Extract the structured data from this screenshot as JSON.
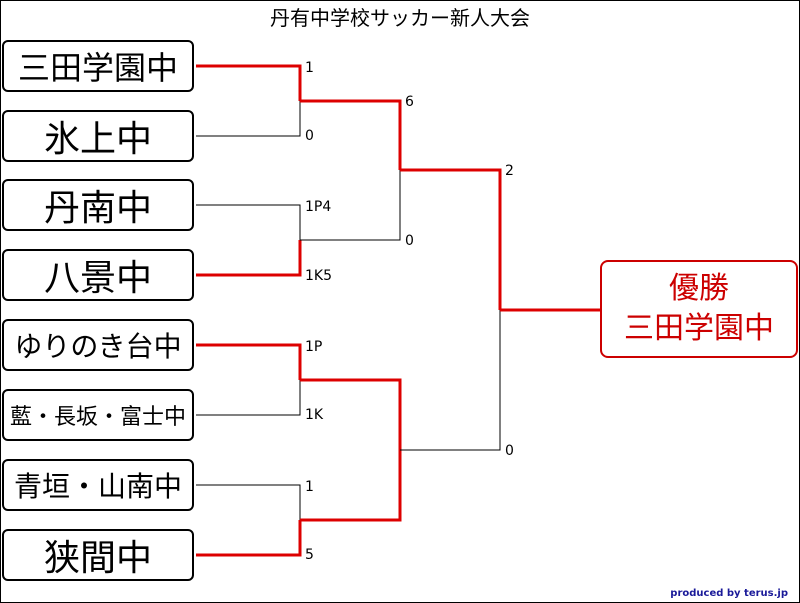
{
  "title": "丹有中学校サッカー新人大会",
  "teams": [
    "三田学園中",
    "氷上中",
    "丹南中",
    "八景中",
    "ゆりのき台中",
    "藍・長坂・富士中",
    "青垣・山南中",
    "狭間中"
  ],
  "scores": {
    "r1": [
      "1",
      "0",
      "1P4",
      "1K5",
      "1P",
      "1K",
      "1",
      "5"
    ],
    "r2": [
      "6",
      "0"
    ],
    "r3": [
      "2",
      "0"
    ]
  },
  "champion": {
    "label": "優勝",
    "team": "三田学園中"
  },
  "credit": "produced by terus.jp",
  "colors": {
    "winner_line": "#dd0000",
    "loser_line": "#000000",
    "champion_border": "#cc0000",
    "credit": "#1a1a99"
  }
}
